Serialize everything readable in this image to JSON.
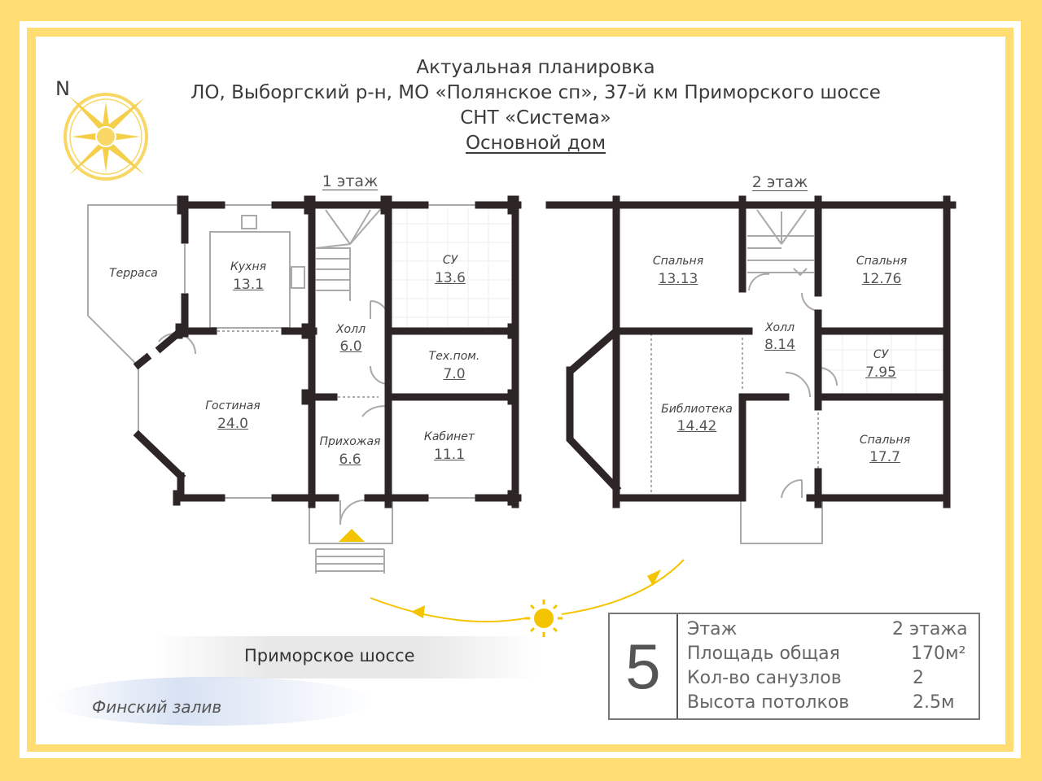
{
  "header": {
    "line1": "Актуальная планировка",
    "line2": "ЛО, Выборгский р-н, МО «Полянское сп», 37-й км Приморского шоссе",
    "line3": "СНТ «Система»",
    "line4": "Основной дом"
  },
  "compass": {
    "north_label": "N"
  },
  "floor1": {
    "title": "1 этаж",
    "rooms": [
      {
        "label": "Терраса",
        "area": ""
      },
      {
        "label": "Кухня",
        "area": "13.1"
      },
      {
        "label": "СУ",
        "area": "13.6"
      },
      {
        "label": "Холл",
        "area": "6.0"
      },
      {
        "label": "Тех.пом.",
        "area": "7.0"
      },
      {
        "label": "Гостиная",
        "area": "24.0"
      },
      {
        "label": "Прихожая",
        "area": "6.6"
      },
      {
        "label": "Кабинет",
        "area": "11.1"
      }
    ]
  },
  "floor2": {
    "title": "2 этаж",
    "rooms": [
      {
        "label": "Спальня",
        "area": "13.13"
      },
      {
        "label": "Спальня",
        "area": "12.76"
      },
      {
        "label": "Холл",
        "area": "8.14"
      },
      {
        "label": "СУ",
        "area": "7.95"
      },
      {
        "label": "Библиотека",
        "area": "14.42"
      },
      {
        "label": "Спальня",
        "area": "17.7"
      }
    ]
  },
  "surroundings": {
    "road": "Приморское шоссе",
    "bay": "Финский залив"
  },
  "info": {
    "number": "5",
    "rows": [
      {
        "label": "Этаж",
        "value": "2 этажа"
      },
      {
        "label": "Площадь общая",
        "value": "170м²"
      },
      {
        "label": "Кол-во санузлов",
        "value": "2"
      },
      {
        "label": "Высота потолков",
        "value": "2.5м"
      }
    ]
  },
  "colors": {
    "frame": "#FFDD73",
    "wall": "#2e2626",
    "accent": "#F5C400"
  }
}
